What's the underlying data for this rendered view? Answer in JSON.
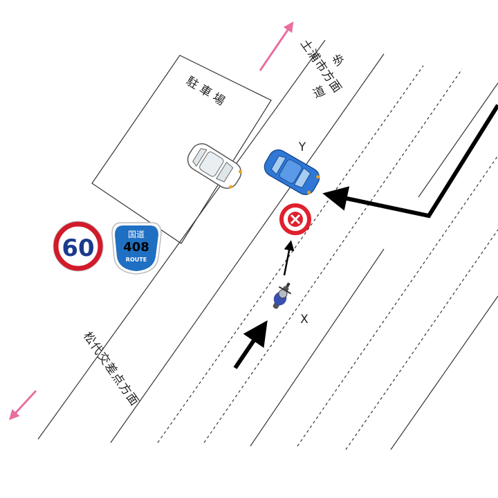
{
  "labels": {
    "parking": "駐 車 場",
    "sidewalk": "歩 道",
    "direction_top": "土浦市方面",
    "direction_bottom": "松代交差点方面",
    "point_x": "X",
    "point_y": "Y"
  },
  "signs": {
    "speed_limit": "60",
    "route_header": "国道",
    "route_number": "408",
    "route_footer": "ROUTE"
  },
  "colors": {
    "direction_arrow": "#e86fa0",
    "speed_sign_ring": "#d11a2a",
    "speed_sign_text": "#1a3a8c",
    "route_sign": "#1f6fc2",
    "stop_mark": "#e0202e",
    "blue_car": "#2f78d6",
    "white_car": "#ffffff",
    "motorcycle": "#3a4fb0"
  },
  "icons": {
    "stop_mark": "circle-x-icon",
    "speed_sign": "speed-limit-sign-icon",
    "route_sign": "route-shield-icon"
  }
}
